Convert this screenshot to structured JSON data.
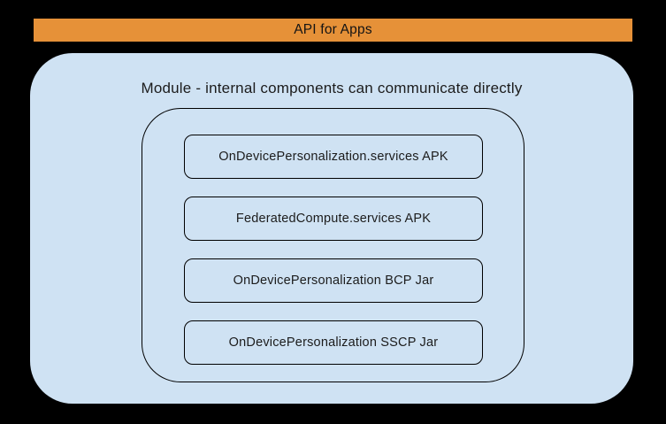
{
  "colors": {
    "background": "#000000",
    "banner_fill": "#E69138",
    "module_fill": "#CFE2F3",
    "outline": "#000000",
    "text": "#1C1C1C"
  },
  "banner": {
    "label": "API for Apps"
  },
  "module": {
    "title": "Module - internal components can communicate directly",
    "components": [
      "OnDevicePersonalization.services APK",
      "FederatedCompute.services APK",
      "OnDevicePersonalization BCP Jar",
      "OnDevicePersonalization SSCP Jar"
    ]
  }
}
